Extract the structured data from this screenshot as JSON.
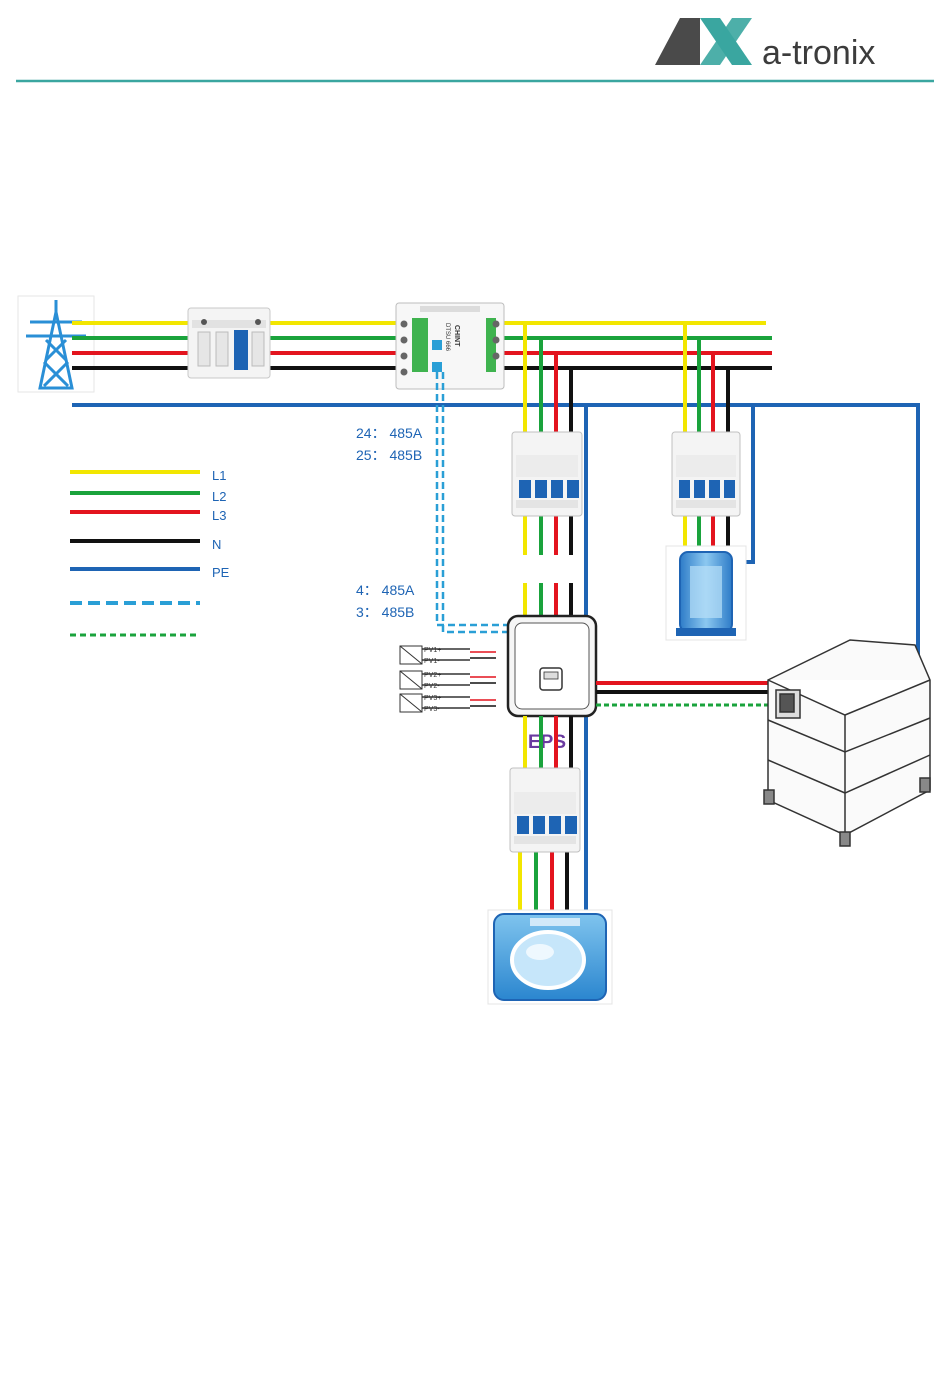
{
  "brand": {
    "logo_mark": "AX",
    "logo_text": "a-tronix",
    "accent": "#3aa6a0",
    "dark": "#3c3c3c"
  },
  "diagram": {
    "rs485_meter": {
      "a": "24： 485A",
      "b": "25： 485B"
    },
    "rs485_inverter": {
      "a": "4： 485A",
      "b": "3： 485B"
    },
    "pv_inputs": [
      {
        "plus": "PV1+",
        "minus": "PV1-"
      },
      {
        "plus": "PV2+",
        "minus": "PV2-"
      },
      {
        "plus": "PV3+",
        "minus": "PV3-"
      }
    ],
    "eps_label": "EPS",
    "meter_brand": "CHINT",
    "meter_model": "DTSU 666"
  },
  "legend": [
    {
      "label": "L1",
      "color": "#f2e600",
      "style": "solid"
    },
    {
      "label": "L2",
      "color": "#1aa33c",
      "style": "solid"
    },
    {
      "label": "L3",
      "color": "#e3141e",
      "style": "solid"
    },
    {
      "label": "N",
      "color": "#111111",
      "style": "solid"
    },
    {
      "label": "PE",
      "color": "#1e64b4",
      "style": "solid"
    },
    {
      "label": "",
      "color": "#2a9fd6",
      "style": "dashed"
    },
    {
      "label": "",
      "color": "#1aa33c",
      "style": "dotted"
    }
  ],
  "colors": {
    "L1": "#f2e600",
    "L2": "#1aa33c",
    "L3": "#e3141e",
    "N": "#111111",
    "PE": "#1e64b4",
    "rs485": "#2a9fd6",
    "can": "#1aa33c",
    "label": "#1e64b4",
    "eps": "#6a3aa0"
  }
}
